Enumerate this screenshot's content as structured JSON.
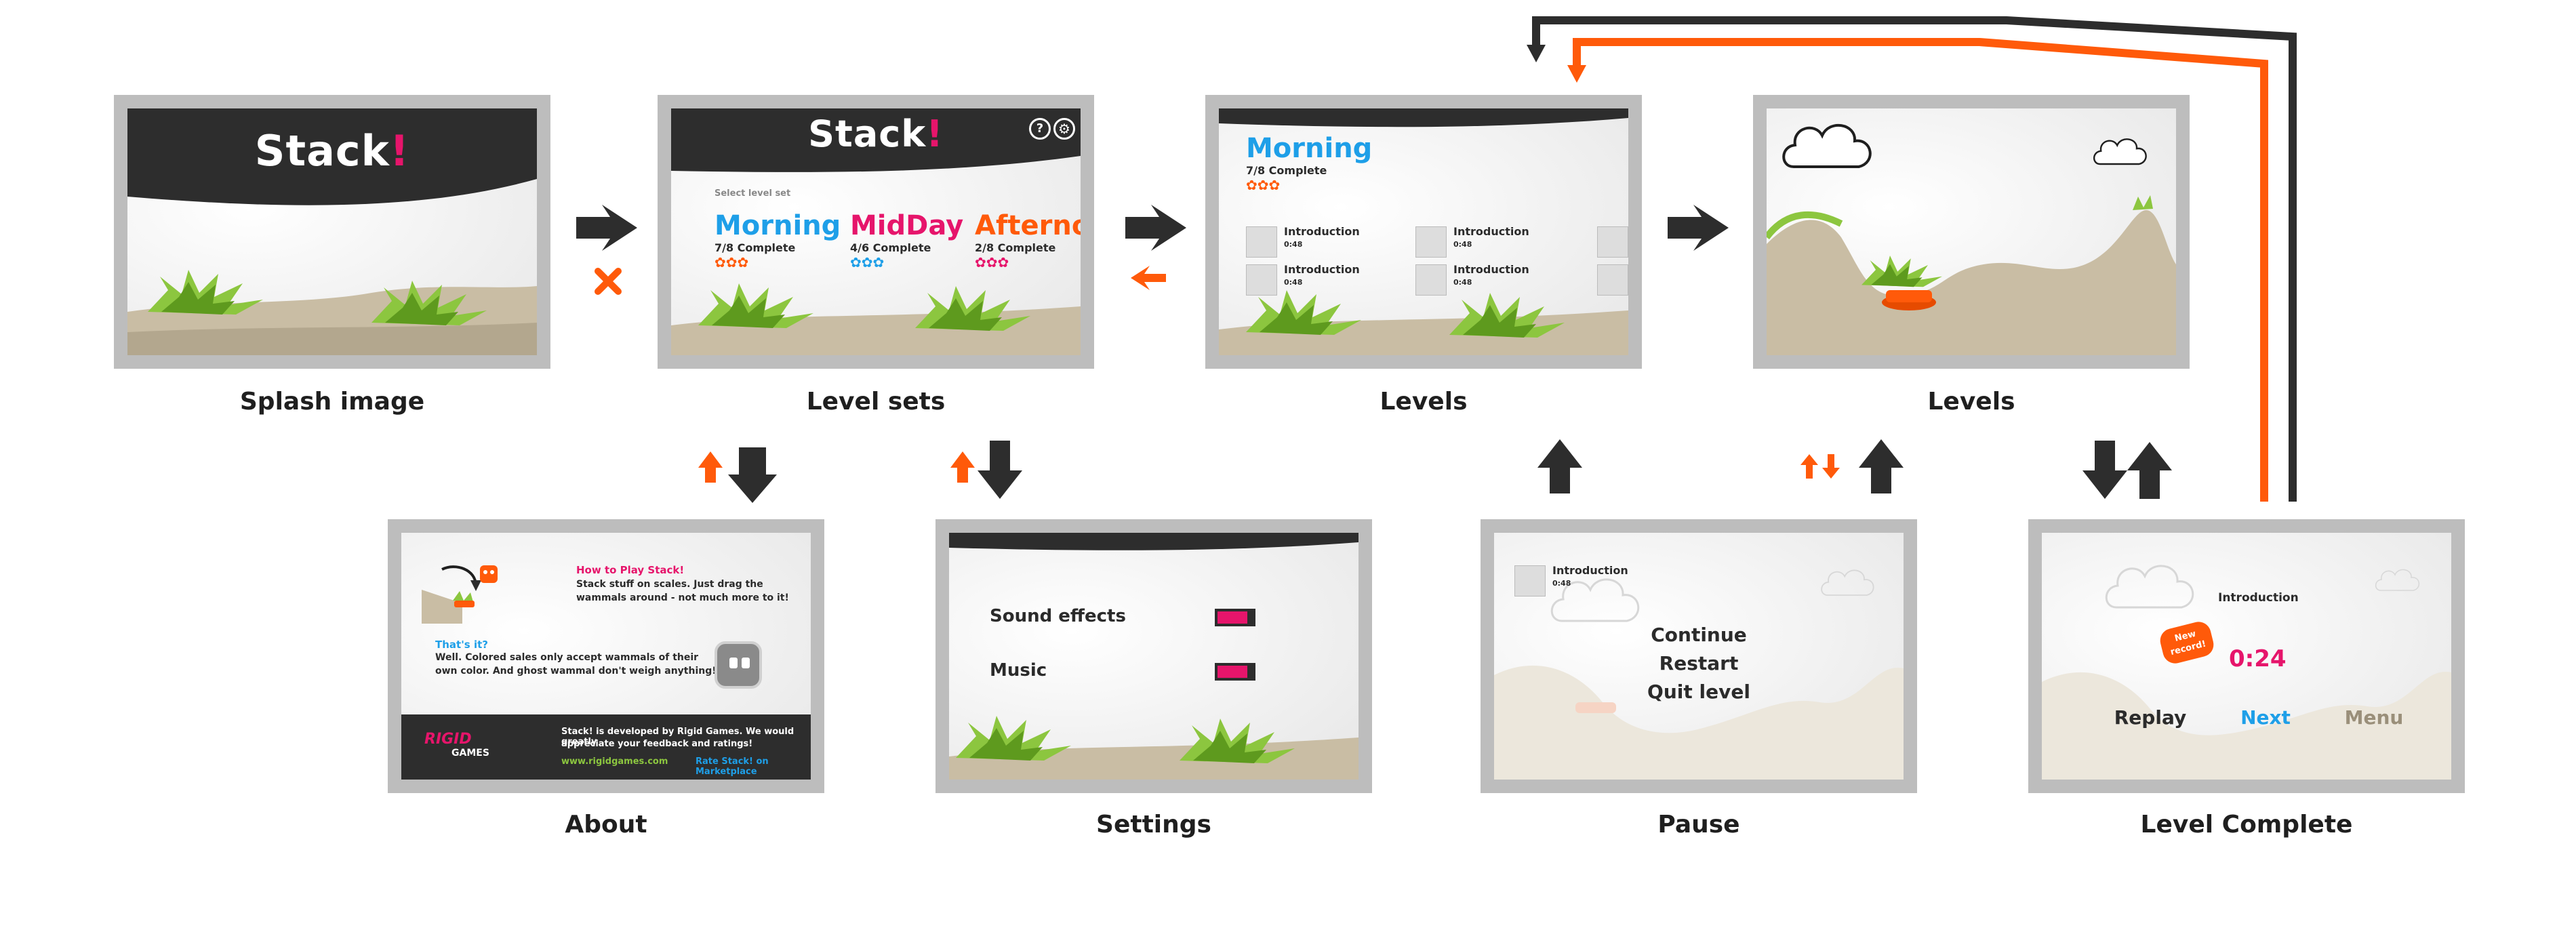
{
  "captions": {
    "splash": "Splash image",
    "level_sets": "Level sets",
    "levels_1": "Levels",
    "levels_2": "Levels",
    "about": "About",
    "settings": "Settings",
    "pause": "Pause",
    "level_complete": "Level Complete"
  },
  "app": {
    "title": "Stack",
    "title_bang": "!"
  },
  "level_sets": {
    "select_label": "Select level set",
    "sets": [
      {
        "name": "Morning",
        "progress": "7/8 Complete",
        "color": "#1e9fe8"
      },
      {
        "name": "MidDay",
        "progress": "4/6 Complete",
        "color": "#e6156b"
      },
      {
        "name": "Afternoon",
        "progress": "2/8 Complete",
        "color": "#ff5a0a"
      }
    ]
  },
  "levels": {
    "set_name": "Morning",
    "set_progress": "7/8 Complete",
    "items": [
      {
        "name": "Introduction",
        "time": "0:48"
      },
      {
        "name": "Introduction",
        "time": "0:48"
      },
      {
        "name": "Introduction",
        "time": "0:48"
      },
      {
        "name": "Introduction",
        "time": "0:48"
      }
    ]
  },
  "about": {
    "how_title": "How to Play Stack!",
    "how_line1": "Stack stuff on scales. Just drag the",
    "how_line2": "wammals around - not much more to it!",
    "thats_title": "That's it?",
    "thats_line1": "Well. Colored sales only accept wammals of their",
    "thats_line2": "own color. And ghost wammal don't weigh anything!",
    "logo_top": "RIGID",
    "logo_bottom": "GAMES",
    "credit_line1": "Stack! is developed by Rigid Games. We would greatly",
    "credit_line2": "appreciate your feedback and ratings!",
    "link_site": "www.rigidgames.com",
    "link_rate": "Rate Stack! on Marketplace"
  },
  "settings": {
    "sound_label": "Sound effects",
    "music_label": "Music"
  },
  "pause": {
    "level_name": "Introduction",
    "level_time": "0:48",
    "continue": "Continue",
    "restart": "Restart",
    "quit": "Quit level"
  },
  "level_complete": {
    "level_name": "Introduction",
    "badge_line1": "New",
    "badge_line2": "record!",
    "time": "0:24",
    "replay": "Replay",
    "next": "Next",
    "menu": "Menu"
  },
  "colors": {
    "accent_pink": "#e6156b",
    "accent_blue": "#1e9fe8",
    "accent_orange": "#ff5a0a",
    "dark": "#2d2d2d",
    "grass": "#8cc63f",
    "ground": "#c9bda4"
  }
}
